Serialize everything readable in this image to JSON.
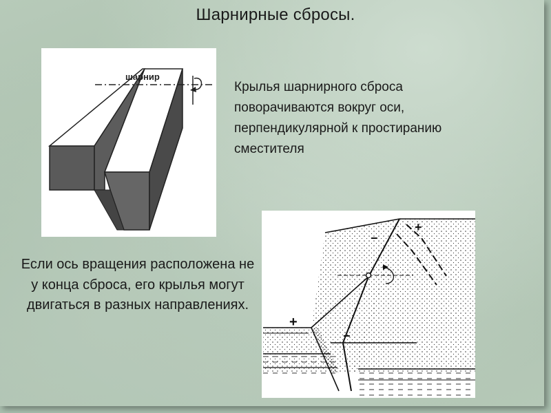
{
  "slide": {
    "title": "Шарнирные сбросы.",
    "right_text": "Крылья шарнирного сброса поворачиваются вокруг оси, перпендикулярной к простиранию сместителя",
    "left_text": "Если ось вращения расположена не у конца сброса, его крылья могут двигаться в разных направлениях."
  },
  "block_diagram": {
    "hinge_label": "шарнир"
  },
  "section_diagram": {
    "plus_top": "+",
    "minus_top": "−",
    "plus_left": "+",
    "minus_bottom": "−"
  },
  "colors": {
    "background": "#b5c8b7",
    "block_dark": "#555555",
    "block_face": "#ffffff",
    "text": "#1a1a1a"
  }
}
